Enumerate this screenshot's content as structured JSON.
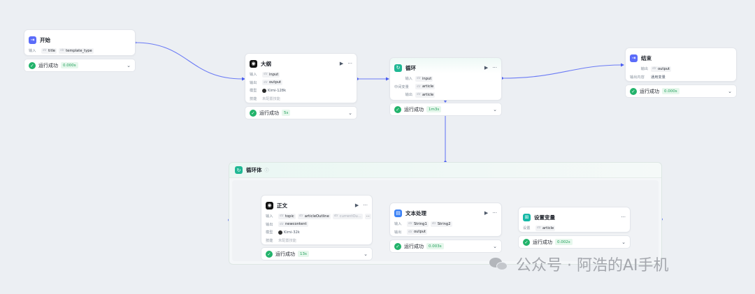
{
  "colors": {
    "edge": "#6b7bf5",
    "success": "#22b36b",
    "start_icon": "#5b6cf9",
    "llm_icon": "#111111",
    "loop_icon": "#1fb894",
    "text_icon": "#3b82f6",
    "var_icon": "#14b8a6",
    "end_icon": "#5b6cf9"
  },
  "start": {
    "title": "开始",
    "input_label": "输入",
    "params": [
      "title",
      "template_type"
    ],
    "status": "运行成功",
    "time": "0.000s"
  },
  "outline": {
    "title": "大纲",
    "input_label": "输入",
    "input": "input",
    "output_label": "输出",
    "output": "output",
    "model_label": "模型",
    "model": "Kimi-128k",
    "skill_label": "技能",
    "skill": "未配置技能",
    "status": "运行成功",
    "time": "5s"
  },
  "loop": {
    "title": "循环",
    "input_label": "输入",
    "input": "input",
    "mid_label": "中间变量",
    "mid": "article",
    "output_label": "输出",
    "output": "article",
    "status": "运行成功",
    "time": "1m3s"
  },
  "end": {
    "title": "结束",
    "output_label": "输出",
    "output": "output",
    "content_label": "输出内容",
    "content": "通用变量",
    "status": "运行成功",
    "time": "0.000s"
  },
  "loop_body": {
    "title": "循环体",
    "info_icon": "ⓘ"
  },
  "body": {
    "title": "正文",
    "input_label": "输入",
    "inputs": [
      "topic",
      "articleOutline",
      "currentOu..."
    ],
    "more": "···",
    "output_label": "输出",
    "output": "newcontent",
    "model_label": "模型",
    "model": "Kimi-32k",
    "skill_label": "技能",
    "skill": "未配置技能",
    "status": "运行成功",
    "time": "13s"
  },
  "textproc": {
    "title": "文本处理",
    "input_label": "输入",
    "inputs": [
      "String1",
      "String2"
    ],
    "output_label": "输出",
    "output": "output",
    "status": "运行成功",
    "time": "0.003s"
  },
  "setvar": {
    "title": "设置变量",
    "set_label": "设置",
    "value": "article",
    "status": "运行成功",
    "time": "0.002s"
  },
  "watermark": "公众号 · 阿浩的AI手机"
}
